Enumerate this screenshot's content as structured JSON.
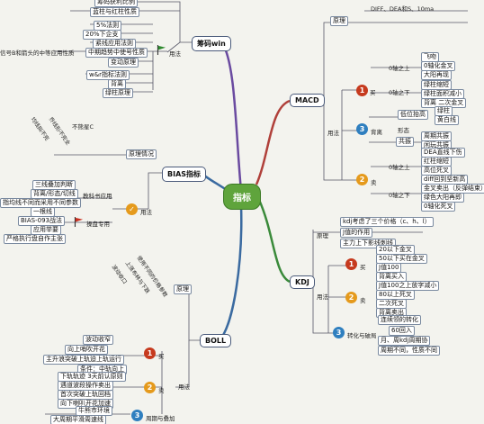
{
  "center": {
    "label": "指标"
  },
  "colors": {
    "center": "#5fa43c",
    "red_badge": "#c63a1e",
    "blue_badge": "#2f7fbf",
    "orange_badge": "#e59a1c",
    "flag_green": "#2f8a2f",
    "flag_red": "#c93020"
  },
  "icons": [
    "red-badge-1-icon",
    "blue-badge-3-icon",
    "orange-badge-2-icon",
    "green-flag-icon",
    "red-flag-icon"
  ],
  "branches": {
    "chouma": {
      "title": "筹码win",
      "top_items": [
        "筹码获利比例",
        "蓝柱与红柱性质"
      ],
      "pct_items": [
        "5%法则",
        "20%下企支"
      ],
      "left_label": "信号B和箭头的中等应用性质",
      "mid_items": [
        "紧线应用法则",
        "中期趋势中使号性质"
      ],
      "flag_label": "用法",
      "change": "变动原理",
      "bottom_items": [
        "w&r指标法则",
        "背离",
        "绿柱原理"
      ]
    },
    "macd": {
      "title": "MACD",
      "principle": "原理",
      "principle_detail": "DIFF、DEA和S、10ma",
      "usage": "用法",
      "buy": "买",
      "zero_above": "0轴之上",
      "zero_below": "0轴之下",
      "buy_above": [
        "飞吻",
        "0轴化金叉",
        "大阳再现"
      ],
      "buy_below": [
        "绿柱缩短",
        "绿柱面积减小",
        "背离 二次金叉"
      ],
      "back": "背离",
      "back_top": [
        "低位抬高",
        "绿柱"
      ],
      "back_top2": "黄白线",
      "form": "形态",
      "form_items": [
        "周期共振",
        "闲玩共振"
      ],
      "resonance": "共振",
      "sell": "卖",
      "sell_above": [
        "DEA直线下伤",
        "红柱缩短",
        "高位死叉",
        "diff回到坚新高"
      ],
      "sell_below": [
        "金叉卖出（反弹结束）",
        "绿色大阳再即",
        "0轴化死叉"
      ]
    },
    "bias": {
      "title": "BIAS指标",
      "principle": "原理情况",
      "left_top": "不熊星C",
      "rot_items": [
        "乔线形不完全",
        "均线拟不完"
      ],
      "usage": "用法",
      "textbook": "教科书应用",
      "textbook_items": [
        "三线叠加判断",
        "背离/形态/切线",
        "指均线不同而采用不同参数"
      ],
      "practical": "操盘专用",
      "practical_items": [
        "一根线",
        "BIAS-093战法",
        "应用举要",
        "严格执行盘自作主张"
      ]
    },
    "kdj": {
      "title": "KDJ",
      "principle": "原理",
      "principle_items": [
        "kdj考虑了三个价格（c、h、l）",
        "J值的作用",
        "主力上下影线刺线"
      ],
      "usage": "用法",
      "buy": "买",
      "buy_items": [
        "20以下金叉",
        "50以下买在金叉",
        "J值100",
        "背离买入"
      ],
      "sell": "卖",
      "sell_items": [
        "J值100之上放字减小",
        "80以上死叉",
        "二次死叉",
        "背离卖出"
      ],
      "change": "转化与破局",
      "change_items": [
        "连续领的转化",
        "60回入",
        "月、周kdj周期协",
        "周期不同，性质不同"
      ]
    },
    "boll": {
      "title": "BOLL",
      "principle": "原理",
      "rot_items": [
        "使用不同的价格参数",
        "上涨布林与下跌",
        "波动收口"
      ],
      "usage": "用法",
      "buy": "买",
      "buy_items": [
        "波动收窄",
        "向上哨吹开花",
        "主升浪突破上轨迫上轨运行",
        "条件：中轨向上"
      ],
      "sell": "卖",
      "sell_items": [
        "下轨轨迹 3天前认原则",
        "遇道波段操作卖出",
        "首次突破上轨回档",
        "向下喇叭开花加速"
      ],
      "combo": "周期与叠加",
      "combo_items": [
        "牛熊市环境",
        "大周期平滑周速线"
      ]
    }
  }
}
